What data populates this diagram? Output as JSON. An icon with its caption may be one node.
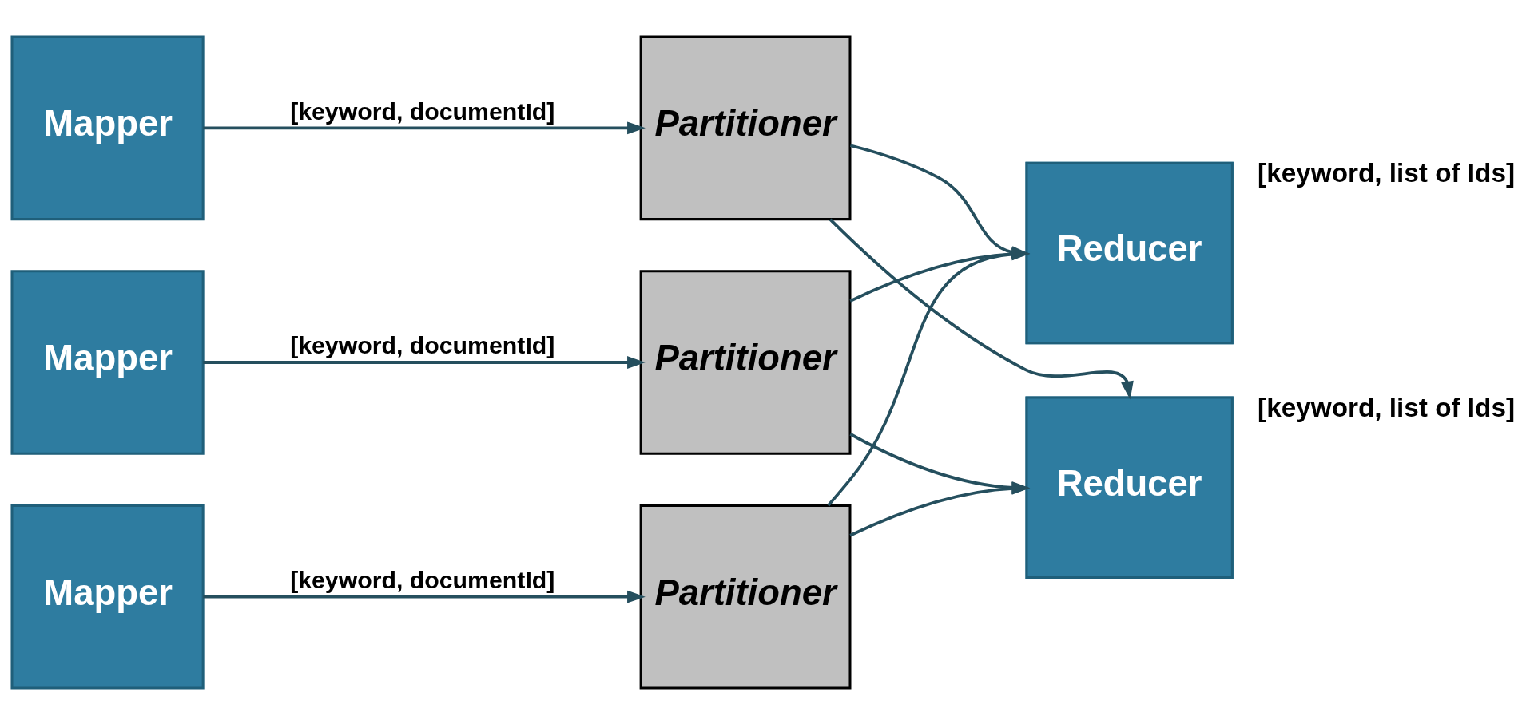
{
  "diagram": {
    "nodes": [
      {
        "text": [
          "Mapper"
        ]
      },
      {
        "text": [
          "Partitioner"
        ]
      },
      {
        "text": [
          "Reducer"
        ],
        "beside": [
          "[keyword, list of Ids]"
        ]
      },
      {
        "text": [
          "Mapper"
        ]
      },
      {
        "text": [
          "Partitioner"
        ]
      },
      {
        "text": [
          "Reducer"
        ],
        "beside": [
          "[keyword, list of Ids]"
        ]
      },
      {
        "text": [
          "Mapper"
        ]
      },
      {
        "text": [
          "Partitioner"
        ]
      }
    ],
    "edges": [
      {
        "from": 0,
        "to": 1,
        "arrow": "to",
        "label": "[keyword, documentId]"
      },
      {
        "from": 1,
        "to": 2,
        "arrow": "to"
      },
      {
        "from": 1,
        "to": 5,
        "arrow": "to"
      },
      {
        "from": 3,
        "to": 4,
        "arrow": "to",
        "label": "[keyword, documentId]"
      },
      {
        "from": 4,
        "to": 2,
        "arrow": "to"
      },
      {
        "from": 4,
        "to": 5,
        "arrow": "to"
      },
      {
        "from": 6,
        "to": 7,
        "arrow": "to",
        "label": "[keyword, documentId]"
      },
      {
        "from": 7,
        "to": 2,
        "arrow": "to"
      },
      {
        "from": 7,
        "to": 5,
        "arrow": "to"
      }
    ]
  }
}
